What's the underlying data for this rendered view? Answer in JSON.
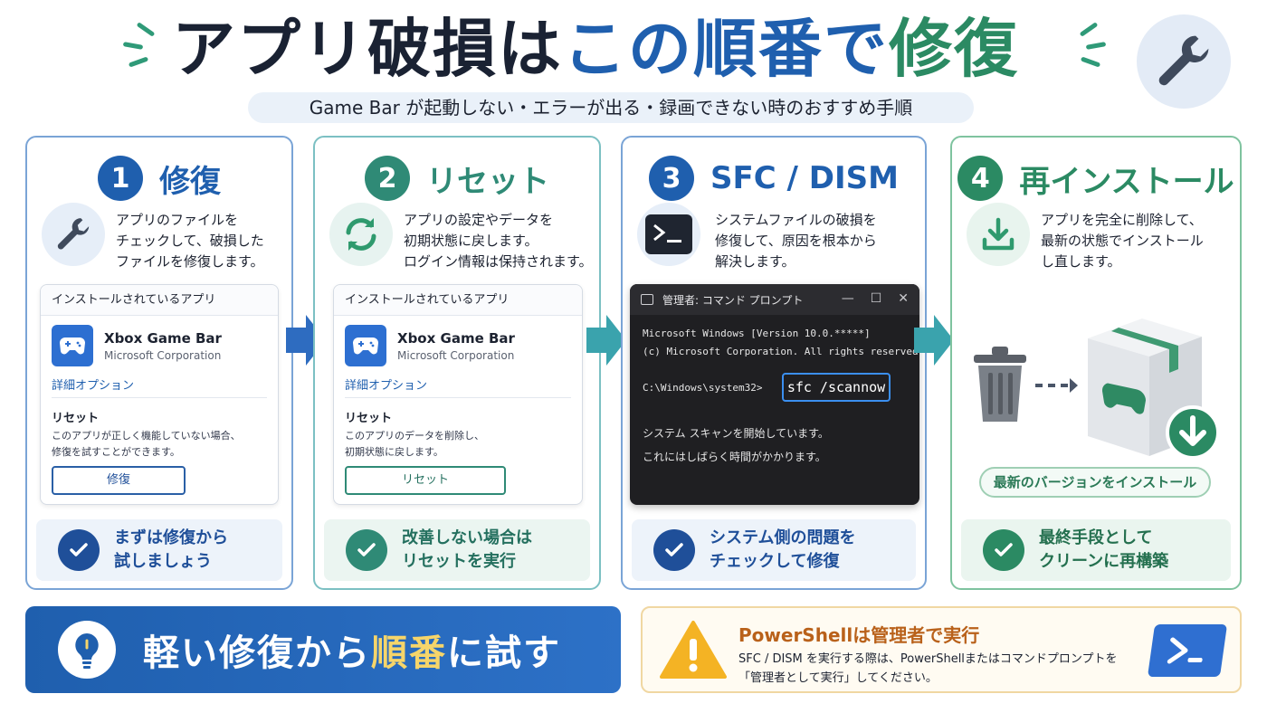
{
  "title": {
    "part1": "アプリ破損は",
    "part2": "この順番で",
    "part3": "修復"
  },
  "subtitle": "Game Bar が起動しない・エラーが出る・録画できない時のおすすめ手順",
  "colors": {
    "blue": "#1f5fae",
    "teal": "#2f8a76",
    "navy": "#1f4f99",
    "green": "#2b8a63",
    "orange": "#b9611a"
  },
  "steps": [
    {
      "num": "1",
      "title": "修復",
      "icon": "wrench-icon",
      "desc": [
        "アプリのファイルを",
        "チェックして、破損した",
        "ファイルを修復します。"
      ],
      "panel": {
        "header": "インストールされているアプリ",
        "app_name": "Xbox Game Bar",
        "publisher": "Microsoft Corporation",
        "advanced": "詳細オプション",
        "section_title": "リセット",
        "section_text": [
          "このアプリが正しく機能していない場合、",
          "修復を試すことができます。"
        ],
        "button": "修復"
      },
      "tip": [
        "まずは修復から",
        "試しましょう"
      ]
    },
    {
      "num": "2",
      "title": "リセット",
      "icon": "refresh-icon",
      "desc": [
        "アプリの設定やデータを",
        "初期状態に戻します。",
        "ログイン情報は保持されます。"
      ],
      "panel": {
        "header": "インストールされているアプリ",
        "app_name": "Xbox Game Bar",
        "publisher": "Microsoft Corporation",
        "advanced": "詳細オプション",
        "section_title": "リセット",
        "section_text": [
          "このアプリのデータを削除し、",
          "初期状態に戻します。"
        ],
        "button": "リセット"
      },
      "tip": [
        "改善しない場合は",
        "リセットを実行"
      ]
    },
    {
      "num": "3",
      "title": "SFC / DISM",
      "icon": "terminal-icon",
      "desc": [
        "システムファイルの破損を",
        "修復して、原因を根本から",
        "解決します。"
      ],
      "terminal": {
        "window_title": "管理者: コマンド プロンプト",
        "line1": "Microsoft Windows [Version 10.0.*****]",
        "line2": "(c) Microsoft Corporation. All rights reserved.",
        "prompt": "C:\\Windows\\system32>",
        "command": "sfc /scannow",
        "out1": "システム スキャンを開始しています。",
        "out2": "これにはしばらく時間がかかります。"
      },
      "tip": [
        "システム側の問題を",
        "チェックして修復"
      ]
    },
    {
      "num": "4",
      "title": "再インストール",
      "icon": "download-icon",
      "desc": [
        "アプリを完全に削除して、",
        "最新の状態でインストール",
        "し直します。"
      ],
      "install_label": "最新のバージョンをインストール",
      "tip": [
        "最終手段として",
        "クリーンに再構築"
      ]
    }
  ],
  "banner": {
    "text_before": "軽い修復から",
    "text_highlight": "順番",
    "text_after": "に試す"
  },
  "notice": {
    "title": "PowerShellは管理者で実行",
    "line1": "SFC / DISM を実行する際は、PowerShellまたはコマンドプロンプトを",
    "line2": "「管理者として実行」してください。"
  }
}
